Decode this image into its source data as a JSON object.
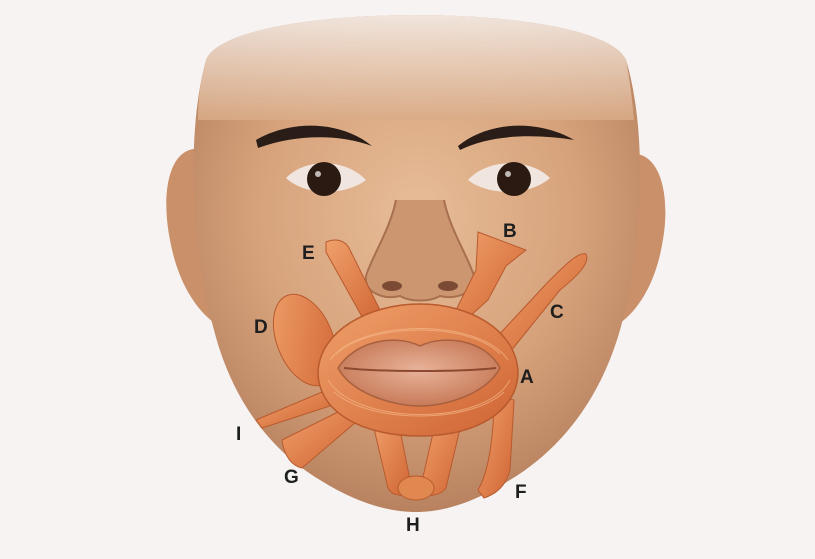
{
  "labels": {
    "A": "A",
    "B": "B",
    "C": "C",
    "D": "D",
    "E": "E",
    "F": "F",
    "G": "G",
    "H": "H",
    "I": "I"
  },
  "colors": {
    "background": "#f7f3f2",
    "skin": "#d7a680",
    "skin_shadow": "#b98260",
    "muscle": "#d9713e",
    "muscle_light": "#ee9a64",
    "lip": "#c8805e",
    "eye": "#2b1a12",
    "brow": "#2a1c16",
    "label_text": "#1e1e1e"
  }
}
